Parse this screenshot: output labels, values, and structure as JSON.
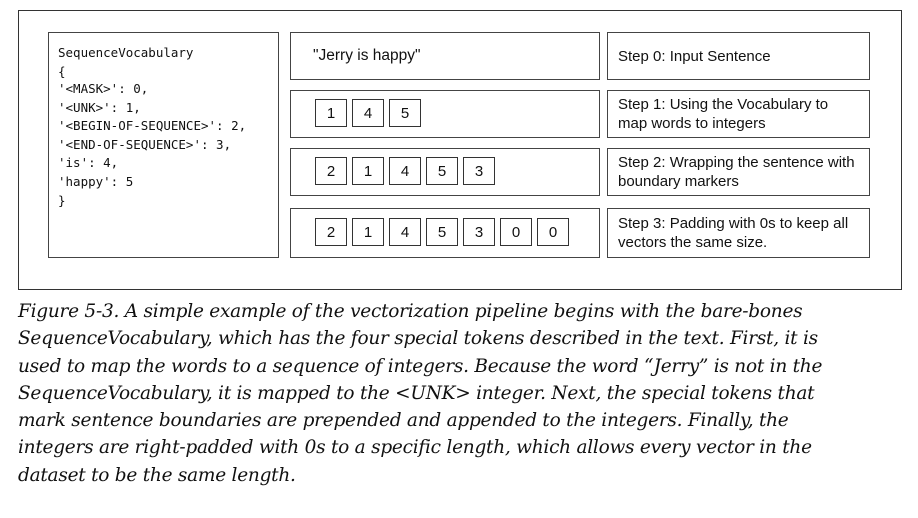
{
  "vocabulary": {
    "title": "SequenceVocabulary",
    "open_brace": "{",
    "entries": [
      "'<MASK>': 0,",
      "'<UNK>': 1,",
      "'<BEGIN-OF-SEQUENCE>': 2,",
      "'<END-OF-SEQUENCE>': 3,",
      "'is': 4,",
      "'happy': 5"
    ],
    "close_brace": "}"
  },
  "input_sentence": "\"Jerry is happy\"",
  "sequences": {
    "step1": [
      "1",
      "4",
      "5"
    ],
    "step2": [
      "2",
      "1",
      "4",
      "5",
      "3"
    ],
    "step3": [
      "2",
      "1",
      "4",
      "5",
      "3",
      "0",
      "0"
    ]
  },
  "steps": [
    "Step 0: Input Sentence",
    "Step 1: Using the Vocabulary to map words to integers",
    "Step 2: Wrapping the sentence with boundary markers",
    "Step 3: Padding with 0s to keep all vectors the same size."
  ],
  "caption_lines": [
    "Figure 5-3. A simple example of the vectorization pipeline begins with the bare-bones",
    "SequenceVocabulary, which has the four special tokens described in the text. First, it is",
    "used to map the words to a sequence of integers. Because the word “Jerry” is not in the",
    "SequenceVocabulary, it is mapped to the <UNK> integer. Next, the special tokens that",
    "mark sentence boundaries are prepended and appended to the integers. Finally, the",
    "integers are right-padded with 0s to a specific length, which allows every vector in the",
    "dataset to be the same length."
  ]
}
